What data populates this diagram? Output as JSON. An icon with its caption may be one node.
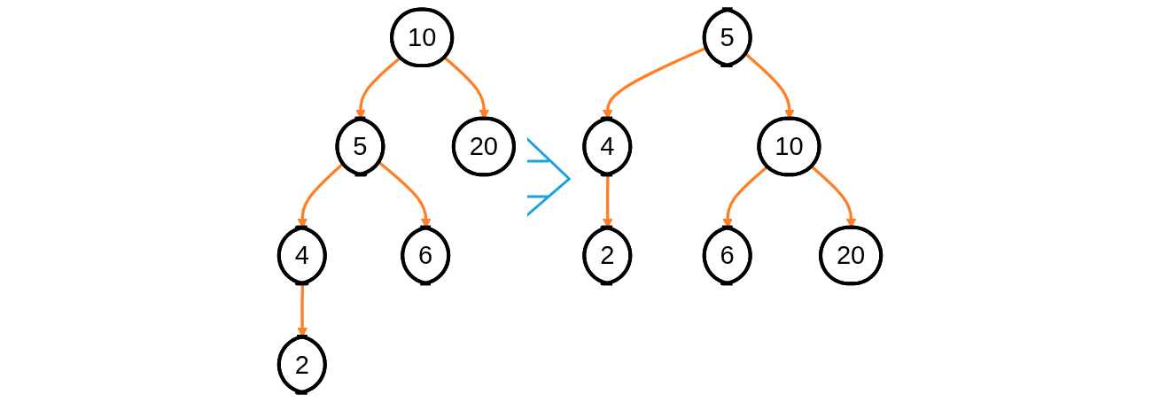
{
  "diagram": {
    "nodes": [
      {
        "text": [
          "10"
        ]
      },
      {
        "text": [
          "5"
        ]
      },
      {
        "text": [
          "20"
        ]
      },
      {
        "text": [
          "4"
        ]
      },
      {
        "text": [
          "6"
        ]
      },
      {
        "text": [
          "2"
        ]
      },
      {
        "text": [
          "5"
        ]
      },
      {
        "text": [
          "4"
        ]
      },
      {
        "text": [
          "10"
        ]
      },
      {
        "text": [
          "2"
        ]
      },
      {
        "text": [
          "6"
        ]
      },
      {
        "text": [
          "20"
        ]
      }
    ],
    "edges": [
      {
        "from": 0,
        "to": 1,
        "arrow": "to"
      },
      {
        "from": 0,
        "to": 2,
        "arrow": "to"
      },
      {
        "from": 1,
        "to": 3,
        "arrow": "to"
      },
      {
        "from": 1,
        "to": 4,
        "arrow": "to"
      },
      {
        "from": 3,
        "to": 5,
        "arrow": "to"
      },
      {
        "from": 6,
        "to": 7,
        "arrow": "to"
      },
      {
        "from": 6,
        "to": 8,
        "arrow": "to"
      },
      {
        "from": 7,
        "to": 9,
        "arrow": "to"
      },
      {
        "from": 8,
        "to": 10,
        "arrow": "to"
      },
      {
        "from": 8,
        "to": 11,
        "arrow": "to"
      }
    ]
  }
}
